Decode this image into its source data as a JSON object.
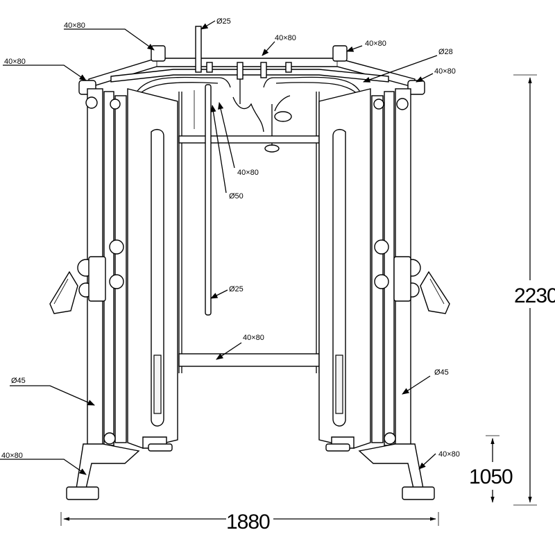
{
  "labels": {
    "top_left_tube": "40×80",
    "left_corner_tube": "40×80",
    "top_bar_dia": "Ø25",
    "top_cross_tube": "40×80",
    "top_right_tube": "40×80",
    "right_corner_dia": "Ø28",
    "right_corner_tube": "40×80",
    "mid_tube": "40×80",
    "pulley_dia": "Ø50",
    "bar_dia": "Ø25",
    "low_cross_tube": "40×80",
    "left_post_dia": "Ø45",
    "right_post_dia": "Ø45",
    "left_foot_tube": "40×80",
    "right_foot_tube": "40×80"
  },
  "dimensions": {
    "height_total": "2230",
    "height_handle": "1050",
    "width_total": "1880"
  }
}
